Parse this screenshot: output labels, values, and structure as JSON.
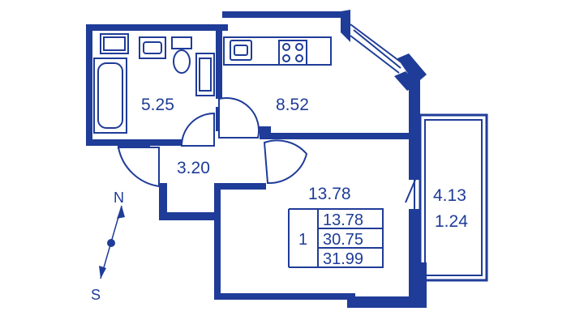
{
  "colors": {
    "wall": "#1f3c98",
    "background": "#ffffff"
  },
  "rooms": {
    "bathroom_area": "5.25",
    "kitchen_area": "8.52",
    "hall_area": "3.20",
    "living_area": "13.78",
    "balcony_area": "4.13",
    "balcony_reduced_area": "1.24"
  },
  "summary": {
    "rooms_count": "1",
    "living_area": "13.78",
    "total_area": "30.75",
    "total_with_balcony": "31.99"
  },
  "compass": {
    "north": "N",
    "south": "S"
  },
  "fixtures": [
    "bathtub-icon",
    "sink-icon",
    "toilet-icon",
    "washer-icon",
    "kitchen-sink-icon",
    "stove-icon"
  ]
}
